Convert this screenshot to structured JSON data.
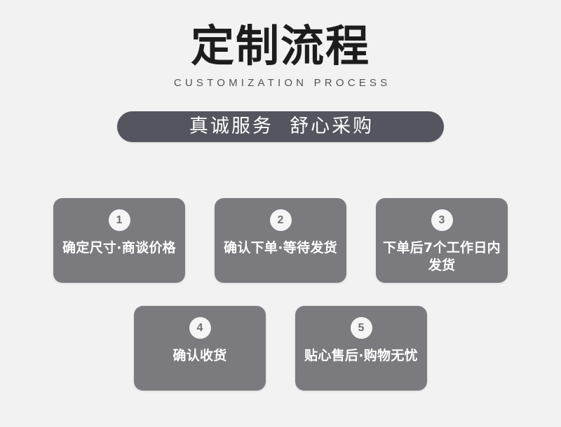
{
  "page": {
    "background_color": "#f2f2f2"
  },
  "header": {
    "title": "定制流程",
    "subtitle": "CUSTOMIZATION PROCESS",
    "title_color": "#1d1d1d",
    "subtitle_color": "#555558"
  },
  "slogan": {
    "text": "真诚服务  舒心采购",
    "pill_color": "#55555f",
    "text_color": "#ffffff"
  },
  "steps": {
    "card_color": "#7a7a7f",
    "badge_color": "#f5f5f5",
    "badge_text_color": "#6e6e73",
    "text_color": "#ffffff",
    "row1": [
      {
        "number": "1",
        "label": "确定尺寸·商谈价格"
      },
      {
        "number": "2",
        "label": "确认下单·等待发货"
      },
      {
        "number": "3",
        "label": "下单后7个工作日内发货"
      }
    ],
    "row2": [
      {
        "number": "4",
        "label": "确认收货"
      },
      {
        "number": "5",
        "label": "贴心售后·购物无忧"
      }
    ]
  }
}
